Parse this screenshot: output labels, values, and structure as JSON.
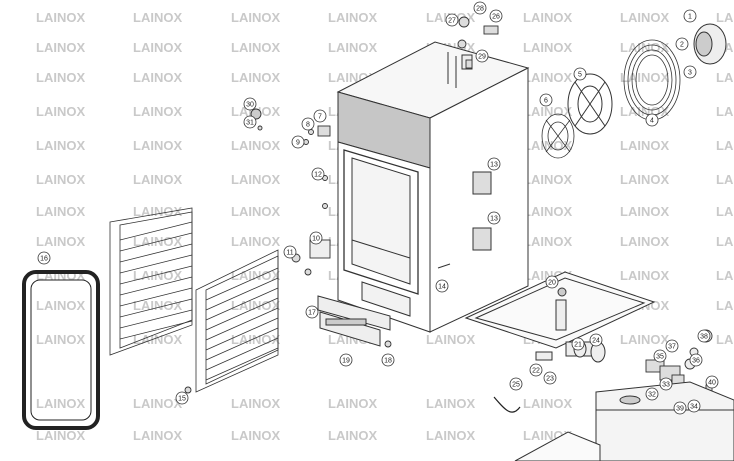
{
  "watermark": "LAINOX",
  "part_labels": [
    "1",
    "2",
    "3",
    "4",
    "5",
    "6",
    "7",
    "8",
    "9",
    "10",
    "11",
    "12",
    "13",
    "14",
    "15",
    "16",
    "17",
    "18",
    "19",
    "20",
    "21",
    "22",
    "23",
    "24",
    "25",
    "26",
    "27",
    "28",
    "29",
    "30",
    "31",
    "32",
    "33",
    "34",
    "35",
    "36",
    "37",
    "38",
    "39",
    "40"
  ],
  "colors": {
    "line": "#333333",
    "watermark": "#c9c9c9",
    "fill_dark": "#bdbdbd",
    "fill_light": "#efefef"
  }
}
